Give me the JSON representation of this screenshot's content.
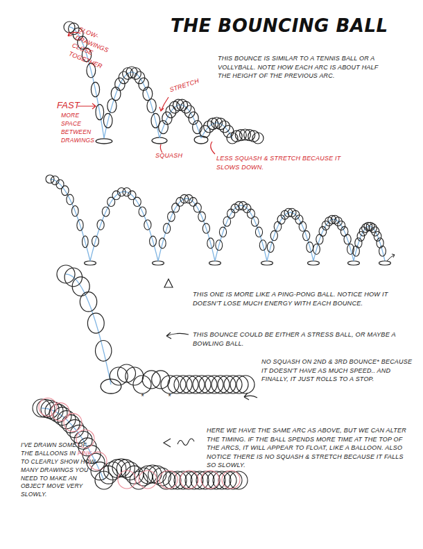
{
  "diagram": {
    "title": "THE BOUNCING BALL",
    "labels": [
      "SLOW- DRAWINGS CLOSE TOGETHER",
      "FAST",
      "MORE SPACE BETWEEN DRAWINGS",
      "STRETCH",
      "THIS BOUNCE IS SIMILAR TO A TENNIS BALL OR A VOLLYBALL. NOTE HOW EACH ARC IS ABOUT HALF THE HEIGHT OF THE PREVIOUS ARC.",
      "SQUASH",
      "LESS SQUASH & STRETCH BECAUSE IT SLOWS DOWN.",
      "THIS ONE IS MORE LIKE A PING-PONG BALL. NOTICE HOW IT DOESN'T LOSE MUCH ENERGY WITH EACH BOUNCE.",
      "THIS BOUNCE COULD BE EITHER A STRESS BALL, OR MAYBE A BOWLING BALL.",
      "NO SQUASH ON 2ND & 3RD BOUNCE* BECAUSE IT DOESN'T HAVE AS MUCH SPEED.. AND FINALLY, IT JUST ROLLS TO A STOP.",
      "*",
      "*",
      "HERE WE HAVE THE SAME ARC AS ABOVE, BUT WE CAN ALTER THE TIMING. IF THE BALL SPENDS MORE TIME AT THE TOP OF THE ARCS, IT WILL APPEAR TO FLOAT, LIKE A BALLOON. ALSO NOTICE THERE IS NO SQUASH & STRETCH BECAUSE IT FALLS SO SLOWLY.",
      "I'VE DRAWN SOME OF THE BALLOONS IN",
      "PINK",
      "TO CLEARLY SHOW HOW MANY DRAWINGS YOU NEED TO MAKE AN OBJECT MOVE VERY SLOWLY."
    ]
  }
}
